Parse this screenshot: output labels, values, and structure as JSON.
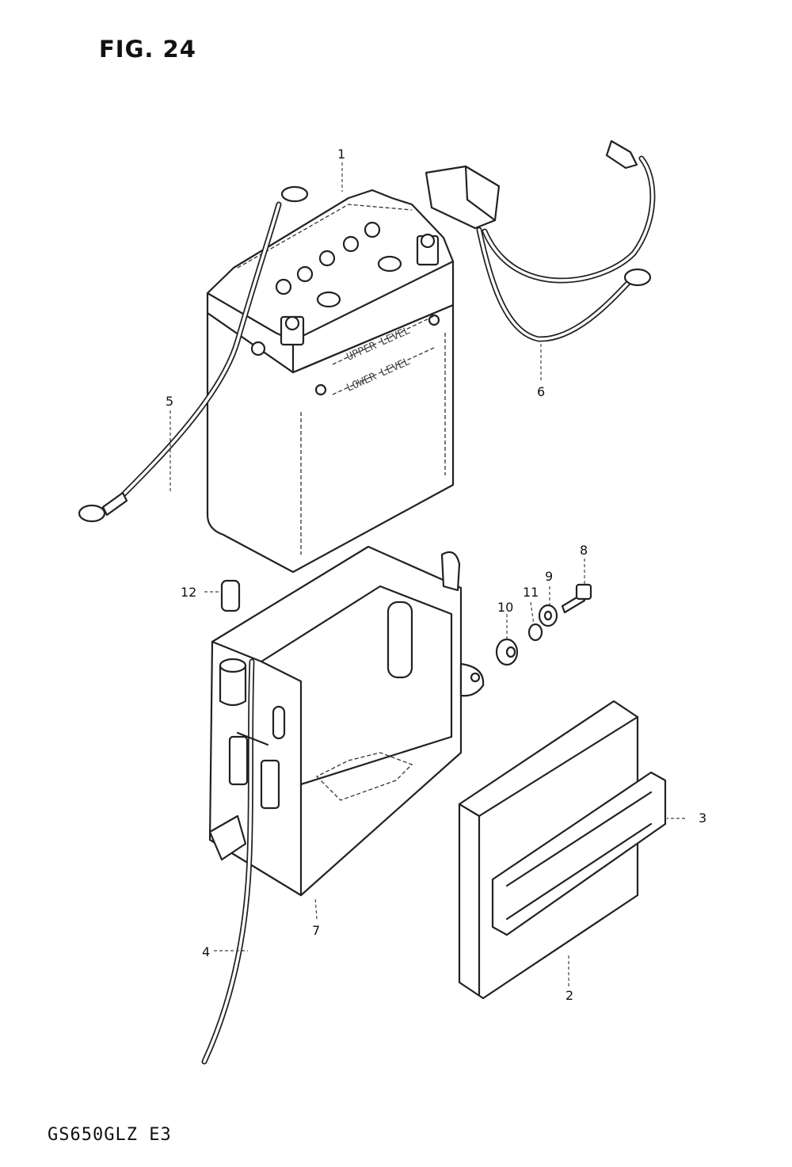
{
  "header": {
    "figure_title": "FIG. 24"
  },
  "footer": {
    "model_code": "GS650GLZ  E3"
  },
  "battery_markings": {
    "upper_level": "UPPER LEVEL",
    "lower_level": "LOWER LEVEL"
  },
  "callouts": [
    {
      "number": "1"
    },
    {
      "number": "2"
    },
    {
      "number": "3"
    },
    {
      "number": "4"
    },
    {
      "number": "5"
    },
    {
      "number": "6"
    },
    {
      "number": "7"
    },
    {
      "number": "8"
    },
    {
      "number": "9"
    },
    {
      "number": "10"
    },
    {
      "number": "11"
    },
    {
      "number": "12"
    }
  ]
}
